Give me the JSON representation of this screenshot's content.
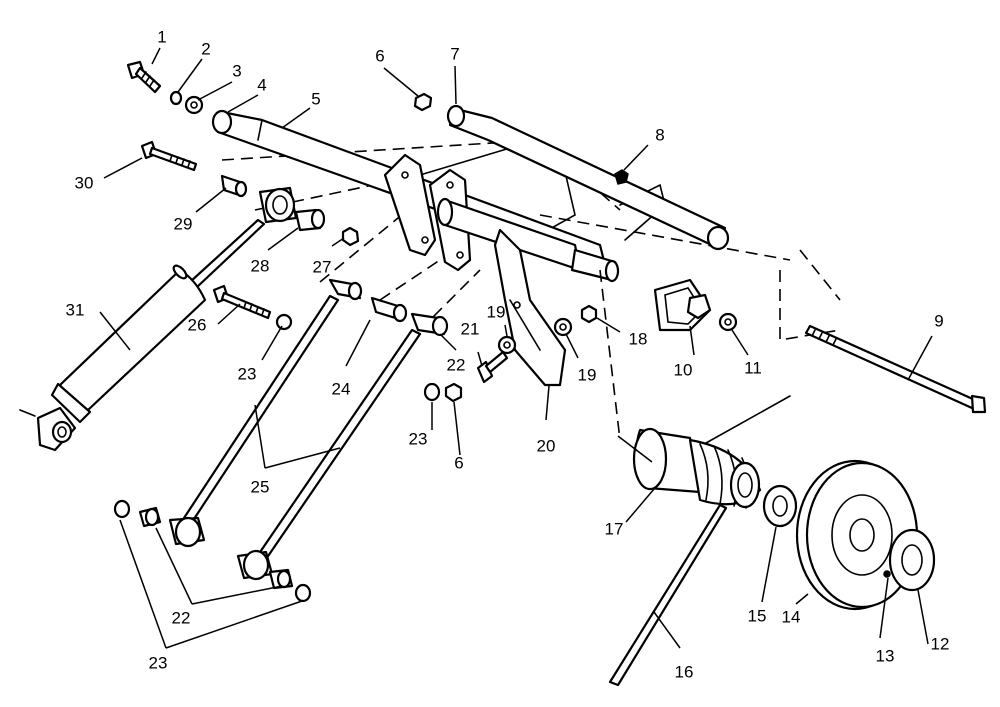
{
  "callouts": {
    "c1": "1",
    "c2": "2",
    "c3": "3",
    "c4": "4",
    "c5": "5",
    "c6a": "6",
    "c6b": "6",
    "c7": "7",
    "c8": "8",
    "c9": "9",
    "c10": "10",
    "c11": "11",
    "c12": "12",
    "c13": "13",
    "c14": "14",
    "c15": "15",
    "c16": "16",
    "c17": "17",
    "c18": "18",
    "c19a": "19",
    "c19b": "19",
    "c20": "20",
    "c21": "21",
    "c22a": "22",
    "c22b": "22",
    "c23a": "23",
    "c23b": "23",
    "c23c": "23",
    "c24": "24",
    "c25": "25",
    "c26": "26",
    "c27": "27",
    "c28": "28",
    "c29": "29",
    "c30": "30",
    "c31": "31"
  }
}
